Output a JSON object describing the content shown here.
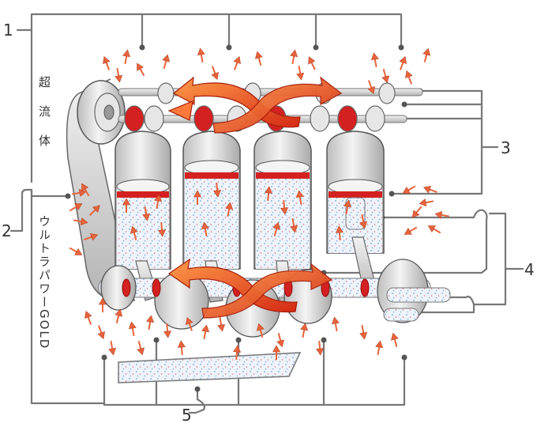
{
  "callouts": {
    "c1": "1",
    "c2": "2",
    "c3": "3",
    "c4": "4",
    "c5": "5"
  },
  "vertical_labels": {
    "top_label": "超流体",
    "bottom_label": "ウルトラパワーGOLD"
  },
  "colors": {
    "arrow": "#e8643c",
    "swirl": "#e83a1e",
    "piston_band": "#d42020",
    "oil_speckle": "#7aa8d8",
    "metal": "#d8d8d8",
    "leader": "#777777"
  },
  "icons": {
    "flow_arrow": "flow-arrow-icon",
    "swirl_arrow": "swirl-arrow-icon"
  }
}
